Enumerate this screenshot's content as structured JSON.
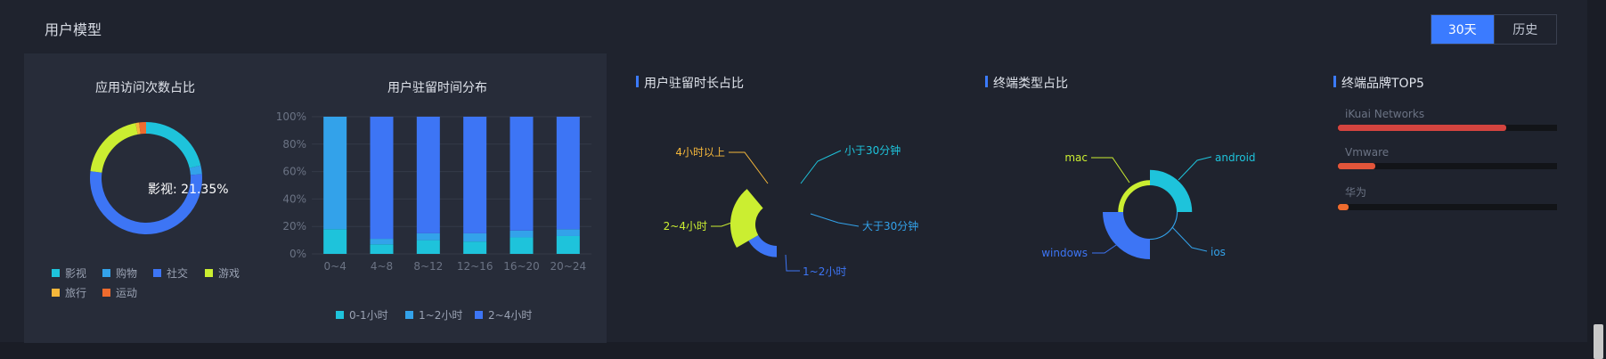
{
  "panel": {
    "title": "用户模型",
    "range_tabs": [
      {
        "label": "30天",
        "active": true
      },
      {
        "label": "历史",
        "active": false
      }
    ]
  },
  "chart_data": [
    {
      "type": "pie",
      "variant": "donut",
      "title": "应用访问次数占比",
      "slices": [
        {
          "name": "影视",
          "value": 21.35,
          "color": "#1ec3db"
        },
        {
          "name": "购物",
          "value": 2.5,
          "color": "#33a2ea"
        },
        {
          "name": "社交",
          "value": 53.15,
          "color": "#3d75f5"
        },
        {
          "name": "游戏",
          "value": 20.0,
          "color": "#cbee31"
        },
        {
          "name": "旅行",
          "value": 1.0,
          "color": "#f5b73b"
        },
        {
          "name": "运动",
          "value": 2.0,
          "color": "#ee6b2e"
        }
      ],
      "tooltip": "影视: 21.35%",
      "legend_position": "bottom-left"
    },
    {
      "type": "bar",
      "stacked": true,
      "title": "用户驻留时间分布",
      "categories": [
        "0~4",
        "4~8",
        "8~12",
        "12~16",
        "16~20",
        "20~24"
      ],
      "series": [
        {
          "name": "0-1小时",
          "color": "#1ec3db",
          "values": [
            18,
            7,
            10,
            9,
            12,
            13
          ]
        },
        {
          "name": "1~2小时",
          "color": "#33a2ea",
          "values": [
            82,
            4,
            5,
            6,
            5,
            5
          ]
        },
        {
          "name": "2~4小时",
          "color": "#3d75f5",
          "values": [
            0,
            89,
            85,
            85,
            83,
            82
          ]
        }
      ],
      "y_ticks": [
        "0%",
        "20%",
        "40%",
        "60%",
        "80%",
        "100%"
      ],
      "ylim": [
        0,
        100
      ],
      "grid": true,
      "legend_position": "bottom"
    },
    {
      "type": "pie",
      "variant": "rose",
      "title": "用户驻留时长占比",
      "slices": [
        {
          "name": "小于30分钟",
          "value": 90,
          "radius": 0.0,
          "color": "#1ec3db"
        },
        {
          "name": "大于30分钟",
          "value": 90,
          "radius": 0.0,
          "color": "#33a2ea"
        },
        {
          "name": "1~2小时",
          "value": 60,
          "radius": 0.45,
          "color": "#3d75f5"
        },
        {
          "name": "2~4小时",
          "value": 80,
          "radius": 1.0,
          "color": "#cbee31"
        },
        {
          "name": "4小时以上",
          "value": 40,
          "radius": 0.0,
          "color": "#f5b73b"
        }
      ]
    },
    {
      "type": "pie",
      "variant": "rose",
      "title": "终端类型占比",
      "slices": [
        {
          "name": "android",
          "value": 90,
          "radius": 0.75,
          "color": "#1ec3db"
        },
        {
          "name": "ios",
          "value": 90,
          "radius": 0.05,
          "color": "#33a2ea"
        },
        {
          "name": "windows",
          "value": 90,
          "radius": 1.0,
          "color": "#3d75f5"
        },
        {
          "name": "mac",
          "value": 90,
          "radius": 0.25,
          "color": "#cbee31"
        }
      ]
    },
    {
      "type": "bar",
      "orientation": "horizontal",
      "title": "终端品牌TOP5",
      "categories": [
        "iKuai Networks",
        "Vmware",
        "华为"
      ],
      "values": [
        77,
        17,
        5
      ],
      "xlim": [
        0,
        100
      ],
      "colors": [
        "#d4443f",
        "#e2553a",
        "#ee6b2e"
      ]
    }
  ]
}
